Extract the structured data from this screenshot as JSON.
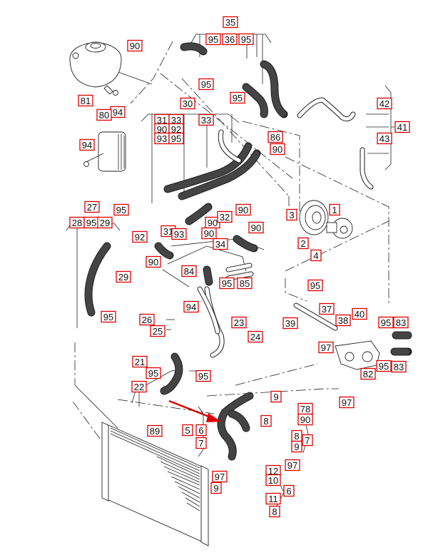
{
  "diagram": {
    "title": "Engine cooling system parts diagram",
    "accent_color": "#e00000",
    "highlight_arrow": {
      "color": "#e00000",
      "points_to": "coolant hose 5/6/7"
    },
    "labels": [
      {
        "id": "l35",
        "text": "35"
      },
      {
        "id": "l95a",
        "text": "95"
      },
      {
        "id": "l36",
        "text": "36"
      },
      {
        "id": "l95b",
        "text": "95"
      },
      {
        "id": "l90a",
        "text": "90"
      },
      {
        "id": "l95c",
        "text": "95"
      },
      {
        "id": "l95d",
        "text": "95"
      },
      {
        "id": "l81",
        "text": "81"
      },
      {
        "id": "l94a",
        "text": "94"
      },
      {
        "id": "l80",
        "text": "80"
      },
      {
        "id": "l30",
        "text": "30"
      },
      {
        "id": "l31a",
        "text": "31"
      },
      {
        "id": "l33a",
        "text": "33"
      },
      {
        "id": "l90b",
        "text": "90"
      },
      {
        "id": "l92a",
        "text": "92"
      },
      {
        "id": "l93a",
        "text": "93"
      },
      {
        "id": "l95e",
        "text": "95"
      },
      {
        "id": "l33b",
        "text": "33"
      },
      {
        "id": "l86",
        "text": "86"
      },
      {
        "id": "l90c",
        "text": "90"
      },
      {
        "id": "l42",
        "text": "42"
      },
      {
        "id": "l41",
        "text": "41"
      },
      {
        "id": "l43",
        "text": "43"
      },
      {
        "id": "l94b",
        "text": "94"
      },
      {
        "id": "l27",
        "text": "27"
      },
      {
        "id": "l28",
        "text": "28"
      },
      {
        "id": "l95f",
        "text": "95"
      },
      {
        "id": "l29a",
        "text": "29"
      },
      {
        "id": "l95g",
        "text": "95"
      },
      {
        "id": "l92b",
        "text": "92"
      },
      {
        "id": "l31b",
        "text": "31"
      },
      {
        "id": "l93b",
        "text": "93"
      },
      {
        "id": "l90d",
        "text": "90"
      },
      {
        "id": "l90e",
        "text": "90"
      },
      {
        "id": "l32",
        "text": "32"
      },
      {
        "id": "l90f",
        "text": "90"
      },
      {
        "id": "l90g",
        "text": "90"
      },
      {
        "id": "l34",
        "text": "34"
      },
      {
        "id": "l90h",
        "text": "90"
      },
      {
        "id": "l3",
        "text": "3"
      },
      {
        "id": "l1",
        "text": "1"
      },
      {
        "id": "l2",
        "text": "2"
      },
      {
        "id": "l4",
        "text": "4"
      },
      {
        "id": "l29b",
        "text": "29"
      },
      {
        "id": "l84",
        "text": "84"
      },
      {
        "id": "l95h",
        "text": "95"
      },
      {
        "id": "l85",
        "text": "85"
      },
      {
        "id": "l94c",
        "text": "94"
      },
      {
        "id": "l95i",
        "text": "95"
      },
      {
        "id": "l26",
        "text": "26"
      },
      {
        "id": "l25",
        "text": "25"
      },
      {
        "id": "l23",
        "text": "23"
      },
      {
        "id": "l24",
        "text": "24"
      },
      {
        "id": "l95j",
        "text": "95"
      },
      {
        "id": "l37",
        "text": "37"
      },
      {
        "id": "l39",
        "text": "39"
      },
      {
        "id": "l38",
        "text": "38"
      },
      {
        "id": "l40",
        "text": "40"
      },
      {
        "id": "l95k",
        "text": "95"
      },
      {
        "id": "l83a",
        "text": "83"
      },
      {
        "id": "l97a",
        "text": "97"
      },
      {
        "id": "l95l",
        "text": "95"
      },
      {
        "id": "l83b",
        "text": "83"
      },
      {
        "id": "l82",
        "text": "82"
      },
      {
        "id": "l21",
        "text": "21"
      },
      {
        "id": "l95m",
        "text": "95"
      },
      {
        "id": "l22",
        "text": "22"
      },
      {
        "id": "l95n",
        "text": "95"
      },
      {
        "id": "l97b",
        "text": "97"
      },
      {
        "id": "l9a",
        "text": "9"
      },
      {
        "id": "l78",
        "text": "78"
      },
      {
        "id": "l8a",
        "text": "8"
      },
      {
        "id": "l90i",
        "text": "90"
      },
      {
        "id": "l8b",
        "text": "8"
      },
      {
        "id": "l7a",
        "text": "7"
      },
      {
        "id": "l9b",
        "text": "9"
      },
      {
        "id": "l97c",
        "text": "97"
      },
      {
        "id": "l89",
        "text": "89"
      },
      {
        "id": "l5",
        "text": "5"
      },
      {
        "id": "l6a",
        "text": "6"
      },
      {
        "id": "l7b",
        "text": "7"
      },
      {
        "id": "l97d",
        "text": "97"
      },
      {
        "id": "l12",
        "text": "12"
      },
      {
        "id": "l9c",
        "text": "9"
      },
      {
        "id": "l10",
        "text": "10"
      },
      {
        "id": "l6b",
        "text": "6"
      },
      {
        "id": "l11",
        "text": "11"
      },
      {
        "id": "l8c",
        "text": "8"
      }
    ]
  }
}
